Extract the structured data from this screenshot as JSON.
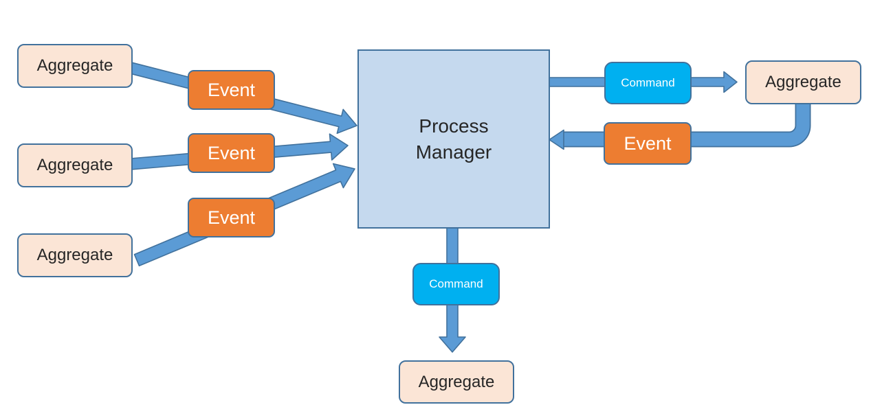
{
  "colors": {
    "background": "#ffffff",
    "aggregate_fill": "#fbe5d6",
    "aggregate_text": "#262626",
    "event_fill": "#ed7d31",
    "event_text": "#ffffff",
    "command_fill": "#00b0f0",
    "command_text": "#ffffff",
    "process_manager_fill": "#c5d9ee",
    "process_manager_text": "#262626",
    "arrow_fill": "#5b9bd5",
    "border": "#41719c"
  },
  "nodes": [
    {
      "id": "aggregate-left-1",
      "type": "aggregate",
      "label": "Aggregate"
    },
    {
      "id": "aggregate-left-2",
      "type": "aggregate",
      "label": "Aggregate"
    },
    {
      "id": "aggregate-left-3",
      "type": "aggregate",
      "label": "Aggregate"
    },
    {
      "id": "event-left-1",
      "type": "event",
      "label": "Event"
    },
    {
      "id": "event-left-2",
      "type": "event",
      "label": "Event"
    },
    {
      "id": "event-left-3",
      "type": "event",
      "label": "Event"
    },
    {
      "id": "process-manager",
      "type": "process",
      "label": "Process Manager"
    },
    {
      "id": "command-right",
      "type": "command",
      "label": "Command"
    },
    {
      "id": "aggregate-right",
      "type": "aggregate",
      "label": "Aggregate"
    },
    {
      "id": "event-right",
      "type": "event",
      "label": "Event"
    },
    {
      "id": "command-bottom",
      "type": "command",
      "label": "Command"
    },
    {
      "id": "aggregate-bottom",
      "type": "aggregate",
      "label": "Aggregate"
    }
  ],
  "edges": [
    {
      "from": "aggregate-left-1",
      "through": "event-left-1",
      "to": "process-manager"
    },
    {
      "from": "aggregate-left-2",
      "through": "event-left-2",
      "to": "process-manager"
    },
    {
      "from": "aggregate-left-3",
      "through": "event-left-3",
      "to": "process-manager"
    },
    {
      "from": "process-manager",
      "through": "command-right",
      "to": "aggregate-right"
    },
    {
      "from": "aggregate-right",
      "through": "event-right",
      "to": "process-manager"
    },
    {
      "from": "process-manager",
      "through": "command-bottom",
      "to": "aggregate-bottom"
    }
  ]
}
